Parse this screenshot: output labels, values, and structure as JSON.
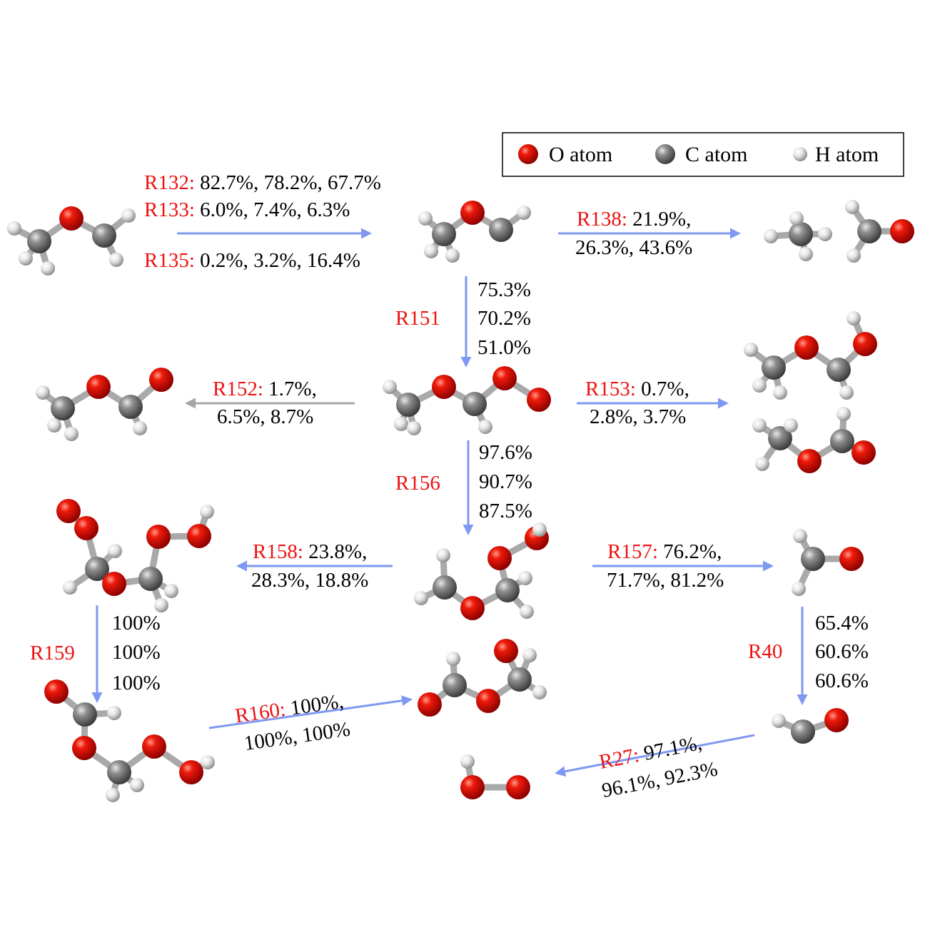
{
  "legend": {
    "items": [
      {
        "label": "O atom",
        "color": "#e00000"
      },
      {
        "label": "C atom",
        "color": "#8a8a8a"
      },
      {
        "label": "H atom",
        "color": "#e8e8e8"
      }
    ]
  },
  "reactions": [
    {
      "id": "R132:",
      "values": "82.7%, 78.2%, 67.7%"
    },
    {
      "id": "R133:",
      "values": "6.0%, 7.4%, 6.3%"
    },
    {
      "id": "R135:",
      "values": "0.2%, 3.2%, 16.4%"
    },
    {
      "id": "R138:",
      "line1": "21.9%,",
      "line2": "26.3%, 43.6%"
    },
    {
      "id": "R151",
      "lines": [
        "75.3%",
        "70.2%",
        "51.0%"
      ]
    },
    {
      "id": "R152:",
      "line1": "1.7%,",
      "line2": "6.5%, 8.7%"
    },
    {
      "id": "R153:",
      "line1": "0.7%,",
      "line2": "2.8%, 3.7%"
    },
    {
      "id": "R156",
      "lines": [
        "97.6%",
        "90.7%",
        "87.5%"
      ]
    },
    {
      "id": "R158:",
      "line1": "23.8%,",
      "line2": "28.3%, 18.8%"
    },
    {
      "id": "R157:",
      "line1": "76.2%,",
      "line2": "71.7%, 81.2%"
    },
    {
      "id": "R159",
      "lines": [
        "100%",
        "100%",
        "100%"
      ]
    },
    {
      "id": "R40",
      "lines": [
        "65.4%",
        "60.6%",
        "60.6%"
      ]
    },
    {
      "id": "R160:",
      "line1": "100%,",
      "line2": "100%, 100%"
    },
    {
      "id": "R27:",
      "line1": "97.1%,",
      "line2": "96.1%, 92.3%"
    }
  ],
  "colors": {
    "label": "#ee1111",
    "arrow": "#7f98f2",
    "arrow_gray": "#a6a6a6"
  }
}
